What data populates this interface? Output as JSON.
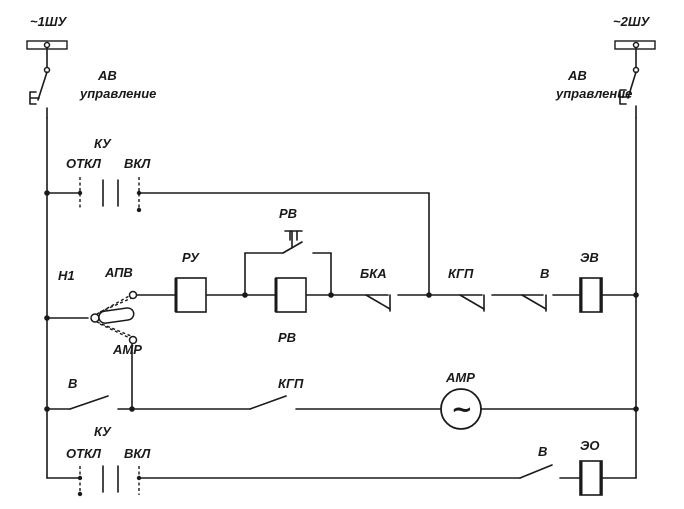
{
  "labels": {
    "bus_left": "~1ШУ",
    "bus_right": "~2ШУ",
    "av_left_1": "АВ",
    "av_left_2": "управление",
    "av_right_1": "АВ",
    "av_right_2": "управление",
    "ku_top": "КУ",
    "otkl_top": "ОТКЛ",
    "vkl_top": "ВКЛ",
    "rv_top": "РВ",
    "h1": "Н1",
    "apv": "АПВ",
    "ru": "РУ",
    "bka": "БКА",
    "kgp_top": "КГП",
    "v_top": "В",
    "ev": "ЭВ",
    "rv_bottom": "РВ",
    "amr_switch": "АМР",
    "v_mid": "В",
    "kgp_mid": "КГП",
    "amr_meter": "АМР",
    "tilde": "~",
    "ku_bottom": "КУ",
    "otkl_bottom": "ОТКЛ",
    "vkl_bottom": "ВКЛ",
    "v_bottom": "В",
    "eo": "ЭО"
  }
}
